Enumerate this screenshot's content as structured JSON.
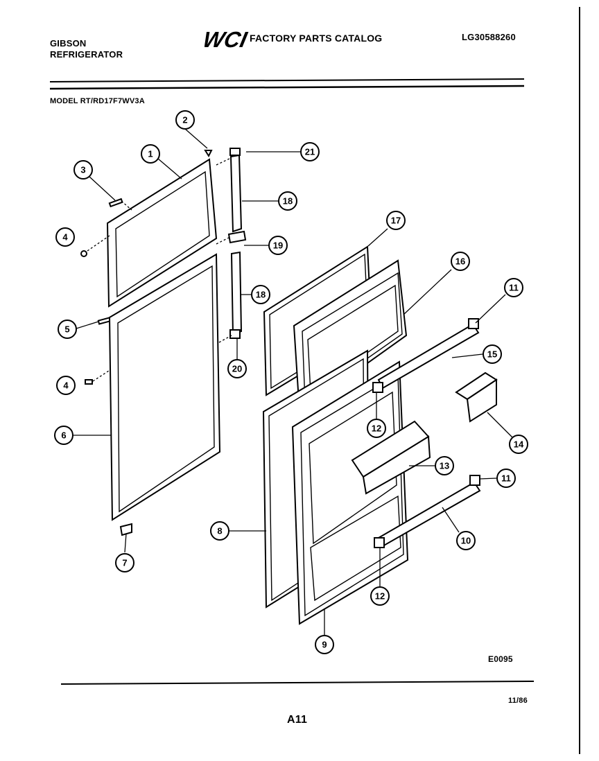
{
  "header": {
    "brand_line1": "GIBSON",
    "brand_line2": "REFRIGERATOR",
    "logo_text": "WCI",
    "catalog_title": "FACTORY PARTS CATALOG",
    "catalog_code": "LG30588260"
  },
  "model": "MODEL RT/RD17F7WV3A",
  "callouts": [
    "1",
    "2",
    "3",
    "4",
    "4",
    "5",
    "6",
    "7",
    "8",
    "9",
    "10",
    "11",
    "11",
    "12",
    "12",
    "13",
    "14",
    "15",
    "16",
    "17",
    "18",
    "18",
    "19",
    "20",
    "21"
  ],
  "footer": {
    "figure_code": "E0095",
    "date_code": "11/86",
    "page_number": "A11"
  }
}
